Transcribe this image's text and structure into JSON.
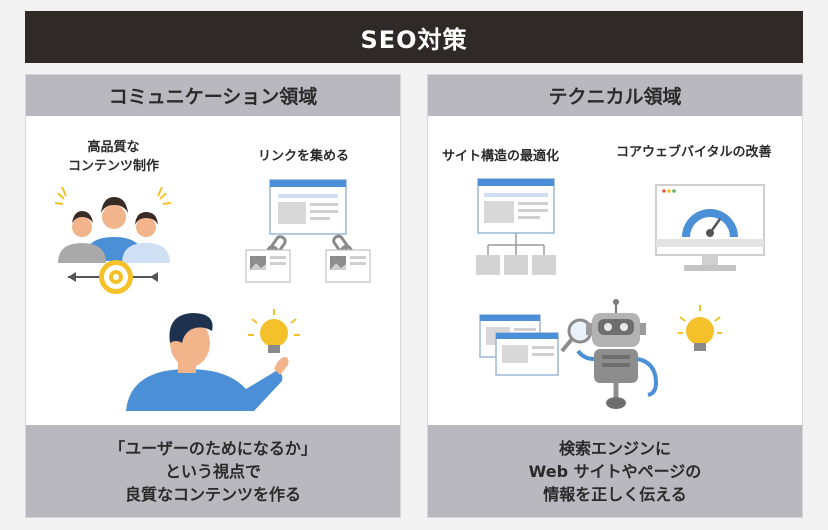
{
  "title": "SEO対策",
  "left": {
    "heading": "コミュニケーション領域",
    "items": [
      {
        "line1": "高品質な",
        "line2": "コンテンツ制作"
      },
      {
        "line1": "リンクを集める"
      }
    ],
    "footer": [
      "「ユーザーのためになるか」",
      "という視点で",
      "良質なコンテンツを作る"
    ]
  },
  "right": {
    "heading": "テクニカル領域",
    "items": [
      {
        "line1": "サイト構造の最適化"
      },
      {
        "line1": "コアウェブバイタルの改善"
      }
    ],
    "footer": [
      "検索エンジンに",
      "Web サイトやページの",
      "情報を正しく伝える"
    ]
  },
  "colors": {
    "title_bg": "#2f2a27",
    "panel_band": "#b8b8be",
    "accent_blue": "#4b8fd6",
    "accent_yellow": "#f4c12a"
  },
  "icons": [
    "people-icon",
    "target-icon",
    "link-chain-icon",
    "browser-window-icon",
    "person-idea-icon",
    "lightbulb-icon",
    "sitemap-icon",
    "monitor-gauge-icon",
    "robot-icon",
    "magnifier-icon"
  ]
}
